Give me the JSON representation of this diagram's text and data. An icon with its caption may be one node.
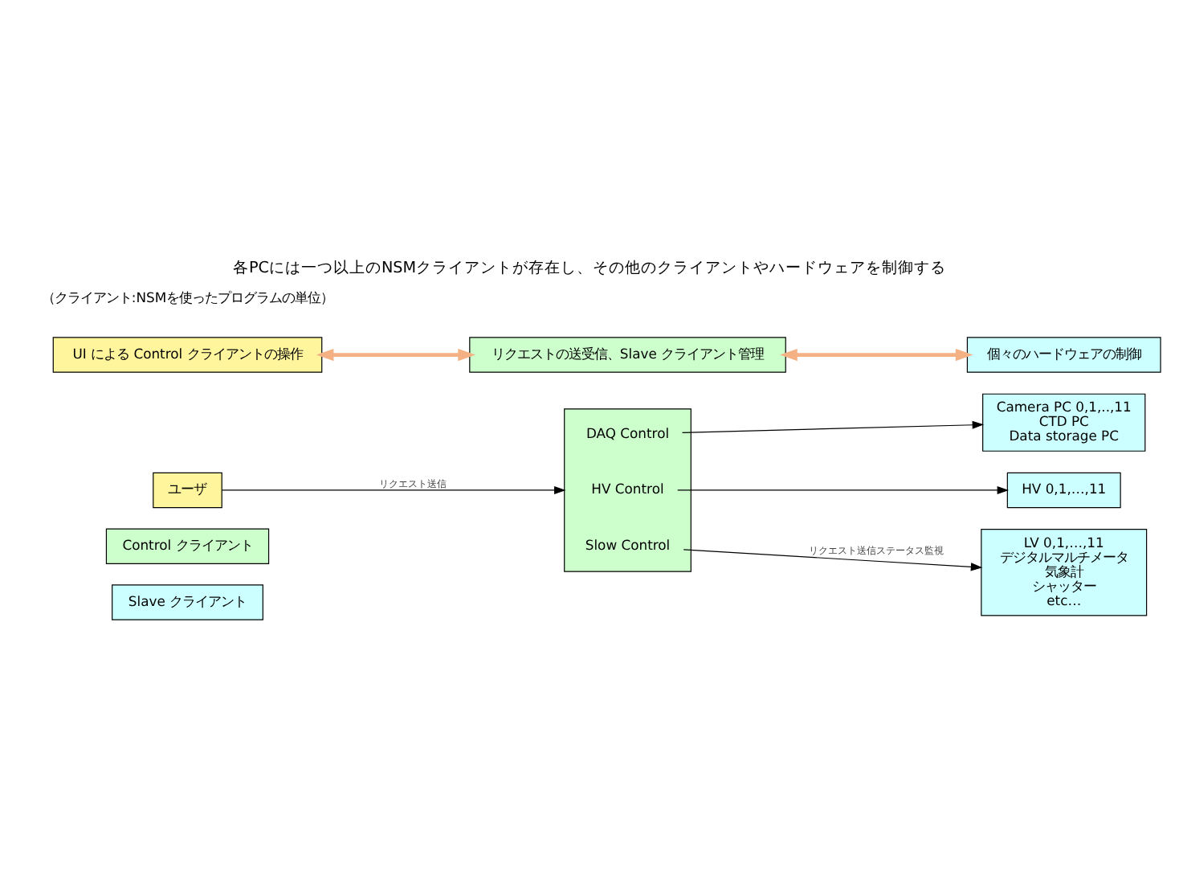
{
  "diagram": {
    "title": "各PCには一つ以上のNSMクライアントが存在し、その他のクライアントやハードウェアを制御する",
    "nodes": [
      {
        "text": [
          "Slave クライアント"
        ]
      },
      {
        "text": [
          "Control クライアント"
        ]
      },
      {
        "text": [],
        "shape": "box"
      },
      {
        "text": [
          "DAQ Control"
        ],
        "in": 2
      },
      {
        "text": [
          "HV Control"
        ],
        "in": 2
      },
      {
        "text": [
          "Slow Control"
        ],
        "in": 2
      },
      {
        "text": [
          "Camera PC 0,1,..,11",
          "CTD PC",
          "Data storage PC"
        ]
      },
      {
        "text": [
          "HV 0,1,…,11"
        ]
      },
      {
        "text": [
          "LV 0,1,…,11",
          "デジタルマルチメータ",
          "気象計",
          "シャッター",
          "etc…"
        ]
      },
      {
        "text": [
          "ユーザ"
        ]
      },
      {
        "text": [
          "UI による Control クライアントの操作"
        ]
      },
      {
        "text": [
          "リクエストの送受信、Slave クライアント管理"
        ]
      },
      {
        "text": [
          "個々のハードウェアの制御"
        ]
      }
    ],
    "edges": [
      {
        "from": 3,
        "to": 6,
        "arrow": "to"
      },
      {
        "from": 4,
        "to": 7,
        "arrow": "to"
      },
      {
        "from": 5,
        "to": 8,
        "arrow": "to",
        "label": "リクエスト送信ステータス監視"
      },
      {
        "from": 9,
        "to": 2,
        "arrow": "to",
        "label": "リクエスト送信"
      },
      {
        "from": 10,
        "to": 11,
        "arrow": "both",
        "style": "thick",
        "color": "#f4b183"
      },
      {
        "from": 11,
        "to": 12,
        "arrow": "both",
        "style": "thick",
        "color": "#f4b183"
      }
    ],
    "labels": [
      "（クライアント:NSMを使ったプログラムの単位）"
    ]
  }
}
